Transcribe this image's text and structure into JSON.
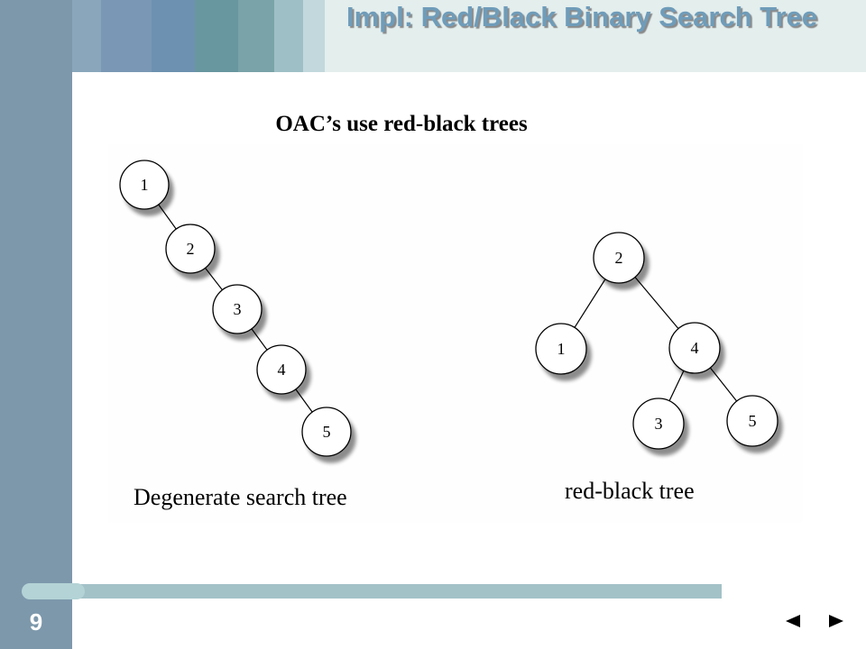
{
  "slide": {
    "title": "Impl: Red/Black Binary Search Tree",
    "subtitle": "OAC’s use red-black trees",
    "page_number": "9"
  },
  "diagram": {
    "degenerate_tree": {
      "caption": "Degenerate search tree",
      "nodes": [
        "1",
        "2",
        "3",
        "4",
        "5"
      ]
    },
    "red_black_tree": {
      "caption": "red-black tree",
      "nodes": [
        "2",
        "1",
        "4",
        "3",
        "5"
      ]
    }
  },
  "nav": {
    "prev_icon": "triangle-left-icon",
    "next_icon": "triangle-right-icon"
  },
  "colors": {
    "title": "#6f9cb9",
    "sidebar": "#7d98ab",
    "header_band": "#e3eeed"
  }
}
